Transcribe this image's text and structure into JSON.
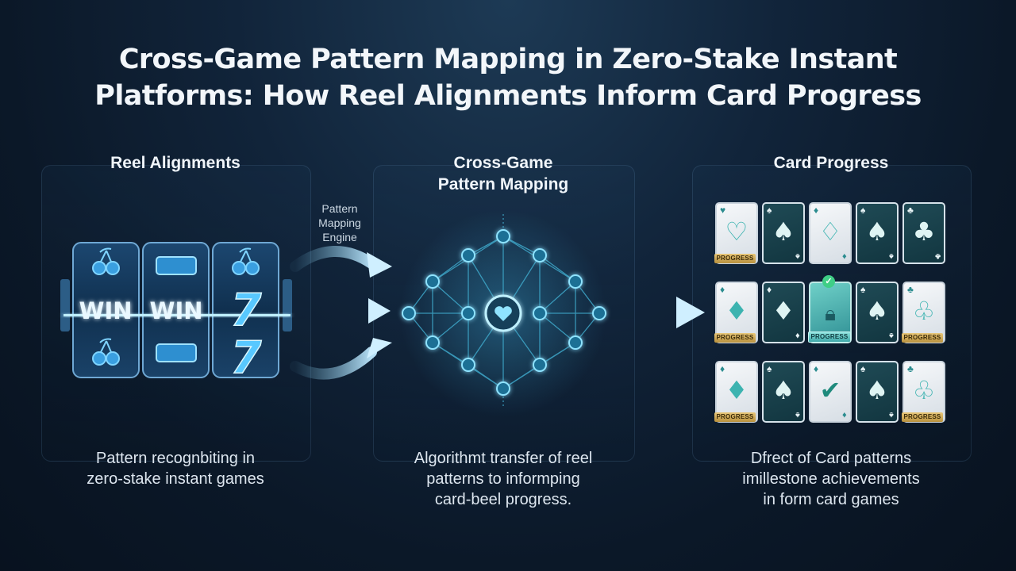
{
  "title_line1": "Cross-Game Pattern Mapping in Zero-Stake Instant",
  "title_line2": "Platforms: How Reel Alignments Inform Card Progress",
  "columns": {
    "reel": {
      "heading": "Reel Alignments",
      "description_line1": "Pattern recognbiting in",
      "description_line2": "zero-stake instant games"
    },
    "mapping": {
      "heading_line1": "Cross-Game",
      "heading_line2": "Pattern Mapping",
      "description_line1": "Algorithmt transfer of reel",
      "description_line2": "patterns to informping",
      "description_line3": "card-beel progress."
    },
    "cards": {
      "heading": "Card Progress",
      "description_line1": "Dfrect of Card patterns",
      "description_line2": "imillestone achievements",
      "description_line3": "in form card games"
    }
  },
  "engine_label": {
    "line1": "Pattern",
    "line2": "Mapping",
    "line3": "Engine"
  },
  "reel_symbols": {
    "win_left": "WIN",
    "win_mid": "WIN",
    "seven_top": "7",
    "seven_bottom": "7"
  },
  "card_badges": {
    "r1c1": "PROGRESS",
    "r2c1": "PROGRESS",
    "r2c3": "PROGRESS",
    "r2c5": "PROGRESS",
    "r3c1": "PROGRESS",
    "r3c5": "PROGRESS"
  },
  "icons": {
    "reel_symbol": "cherry-icon",
    "reel_bar": "bar-icon",
    "network_center": "heart-icon",
    "card_suits": [
      "heart-icon",
      "spade-icon",
      "diamond-icon",
      "club-icon"
    ],
    "card_lock": "lock-icon",
    "card_check": "check-icon"
  },
  "colors": {
    "background": "#0b1828",
    "accent_cyan": "#5fd3ff",
    "card_teal": "#1f4a55",
    "badge_gold": "#d7b15f",
    "check_green": "#3fce86"
  }
}
